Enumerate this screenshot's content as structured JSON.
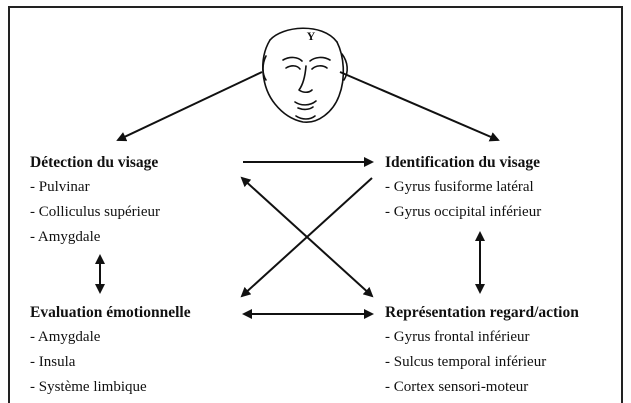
{
  "face_label": "Y",
  "detection": {
    "title": "Détection du visage",
    "items": [
      "- Pulvinar",
      "- Colliculus supérieur",
      "- Amygdale"
    ]
  },
  "identification": {
    "title": "Identification du visage",
    "items": [
      "- Gyrus fusiforme latéral",
      "- Gyrus occipital inférieur"
    ]
  },
  "evaluation": {
    "title": "Evaluation émotionnelle",
    "items": [
      "- Amygdale",
      "- Insula",
      "- Système limbique"
    ]
  },
  "representation": {
    "title": "Représentation regard/action",
    "items": [
      "- Gyrus frontal inférieur",
      "- Sulcus temporal inférieur",
      "- Cortex sensori-moteur"
    ]
  },
  "colors": {
    "ink": "#111111",
    "background": "#ffffff"
  }
}
